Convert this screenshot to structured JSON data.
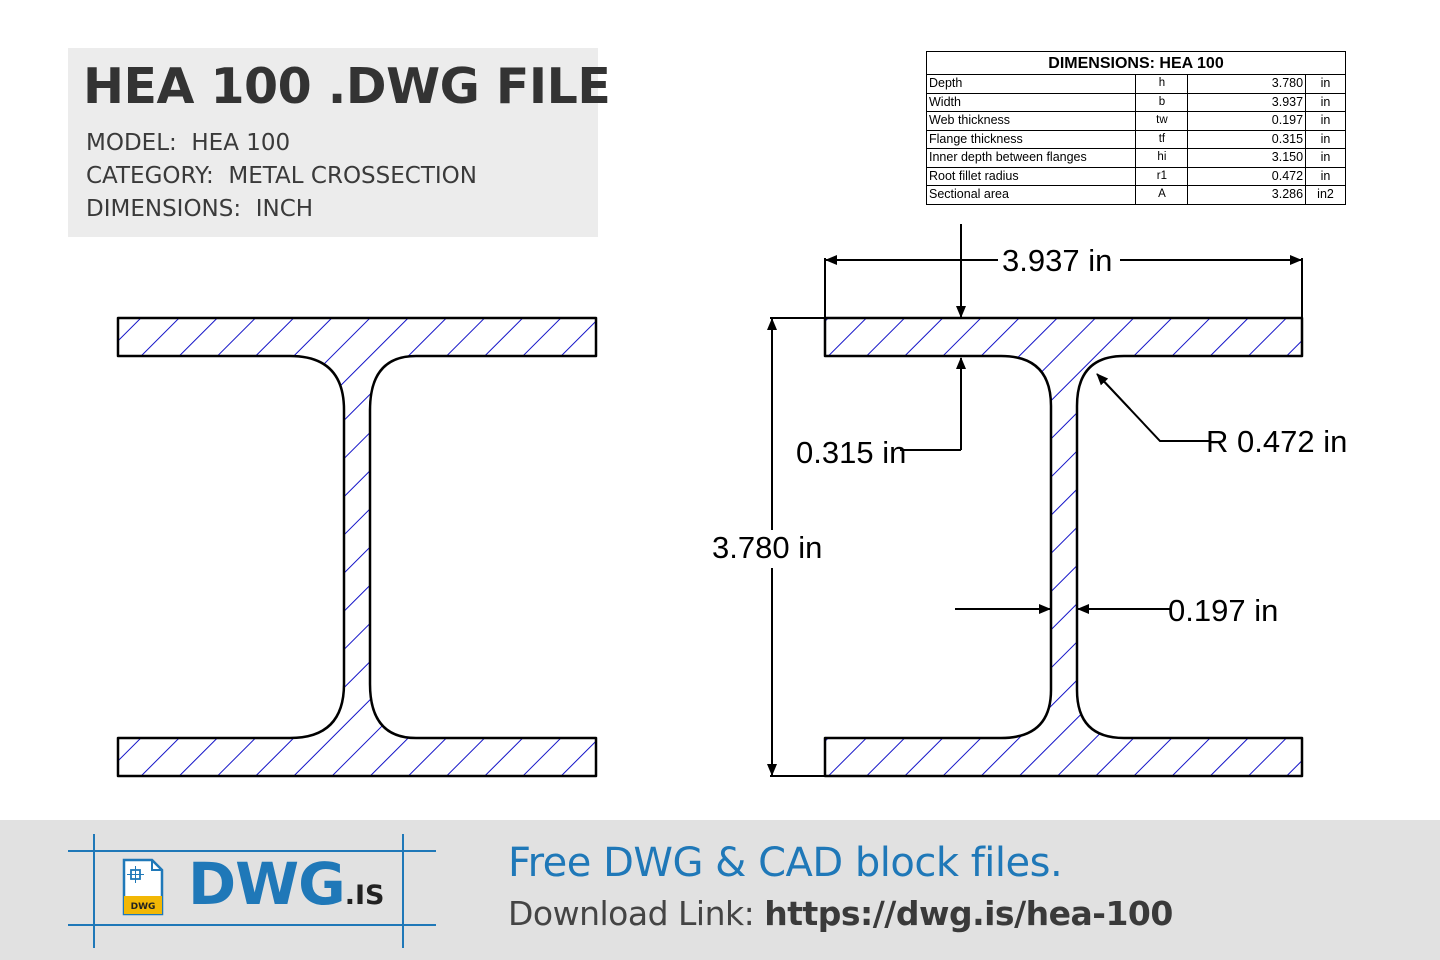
{
  "header": {
    "title": "HEA 100 .DWG FILE",
    "model_label": "MODEL:",
    "model_value": "HEA 100",
    "category_label": "CATEGORY:",
    "category_value": "METAL CROSSECTION",
    "dimensions_label": "DIMENSIONS:",
    "dimensions_value": "INCH"
  },
  "table": {
    "title": "DIMENSIONS: HEA 100",
    "rows": [
      {
        "name": "Depth",
        "symbol": "h",
        "value": "3.780",
        "unit": "in"
      },
      {
        "name": "Width",
        "symbol": "b",
        "value": "3.937",
        "unit": "in"
      },
      {
        "name": "Web thickness",
        "symbol": "tw",
        "value": "0.197",
        "unit": "in"
      },
      {
        "name": "Flange thickness",
        "symbol": "tf",
        "value": "0.315",
        "unit": "in"
      },
      {
        "name": "Inner depth between flanges",
        "symbol": "hi",
        "value": "3.150",
        "unit": "in"
      },
      {
        "name": "Root fillet radius",
        "symbol": "r1",
        "value": "0.472",
        "unit": "in"
      },
      {
        "name": "Sectional area",
        "symbol": "A",
        "value": "3.286",
        "unit": "in2"
      }
    ]
  },
  "drawing": {
    "width_label": "3.937 in",
    "depth_label": "3.780 in",
    "flange_label": "0.315 in",
    "radius_label": "R 0.472 in",
    "web_label": "0.197 in",
    "hatch_color": "#1414c8",
    "outline_color": "#000000"
  },
  "footer": {
    "logo_badge": "DWG",
    "brand": "DWG",
    "brand_suffix": ".IS",
    "tagline": "Free DWG & CAD block files.",
    "download_label": "Download Link:",
    "download_url": "https://dwg.is/hea-100",
    "accent_color": "#1f78b8",
    "badge_color": "#f2b705"
  }
}
